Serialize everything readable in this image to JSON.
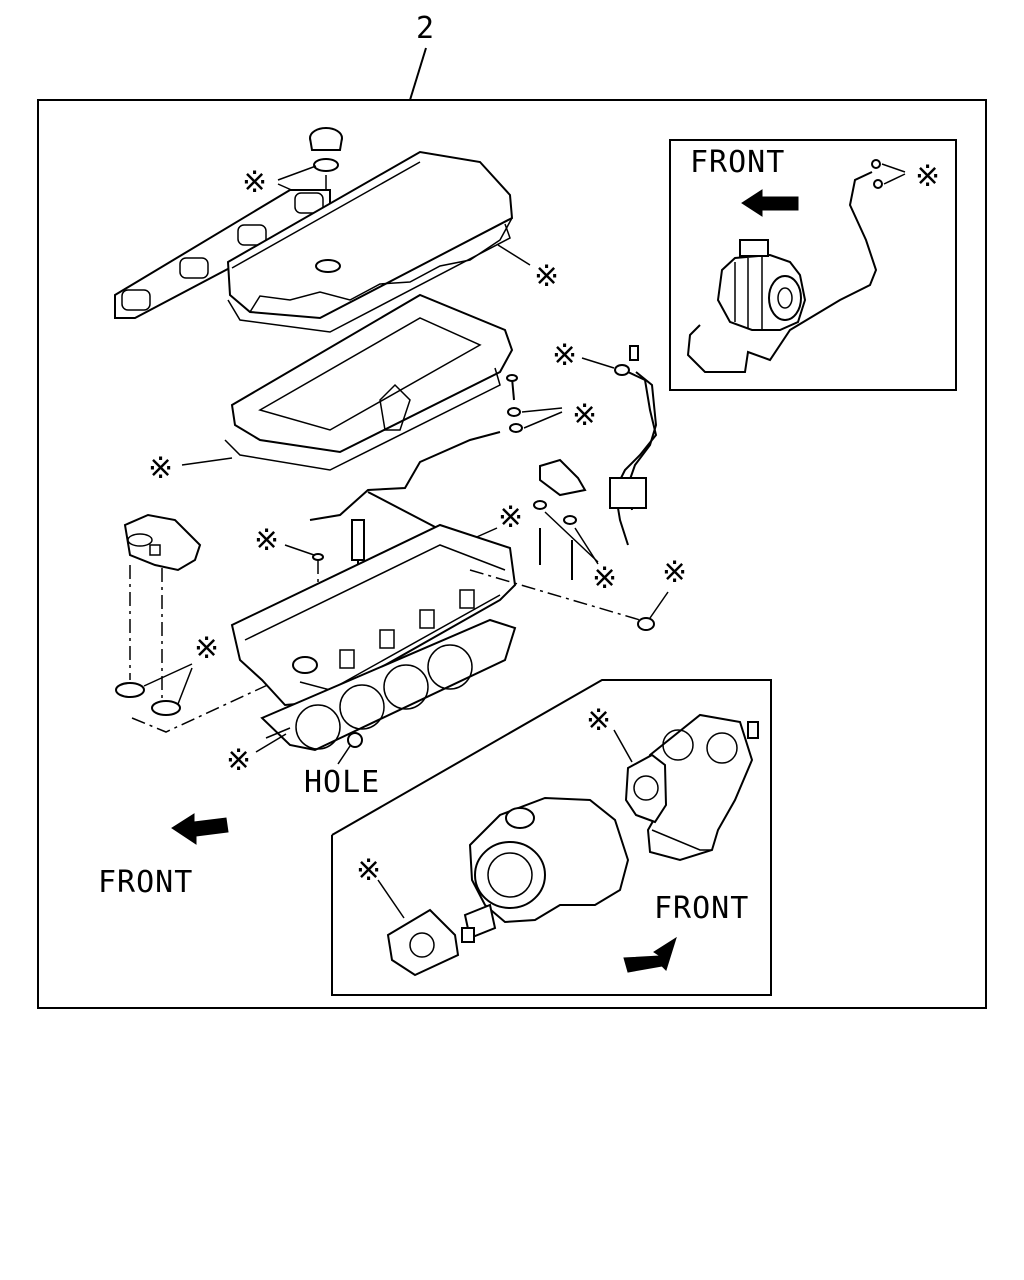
{
  "callout_number": "2",
  "labels": {
    "front_top_right": "FRONT",
    "front_bottom_left": "FRONT",
    "front_bottom_right": "FRONT",
    "hole": "HOLE"
  },
  "kit_marker_symbol": "※",
  "colors": {
    "line": "#000000",
    "background": "#ffffff"
  }
}
